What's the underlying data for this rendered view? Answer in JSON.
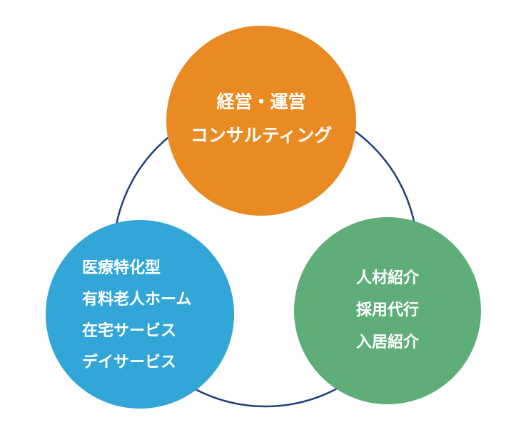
{
  "colors": {
    "ring": "#1f3f7a",
    "top_circle": "#e98a22",
    "left_circle": "#33a6d8",
    "right_circle": "#5fae79",
    "text": "#ffffff"
  },
  "nodes": {
    "top": {
      "lines": [
        "経営・運営",
        "コンサルティング"
      ]
    },
    "left": {
      "lines": [
        "医療特化型",
        "有料老人ホーム",
        "在宅サービス",
        "デイサービス"
      ]
    },
    "right": {
      "lines": [
        "人材紹介",
        "採用代行",
        "入居紹介"
      ]
    }
  }
}
